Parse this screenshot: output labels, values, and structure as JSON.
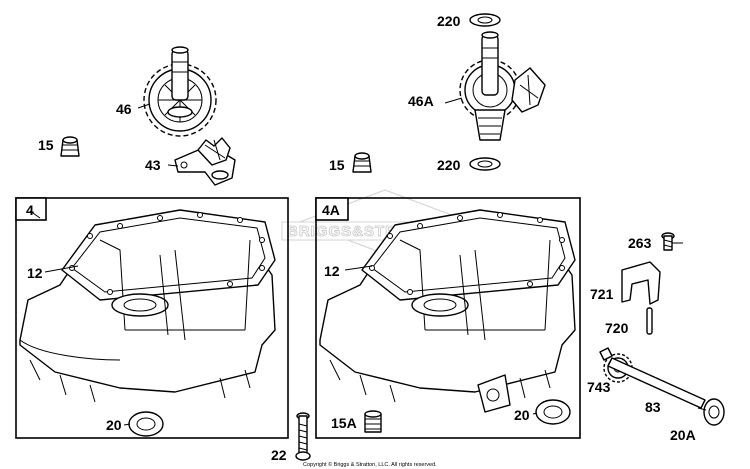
{
  "diagram": {
    "callouts": {
      "c46": "46",
      "c46A": "46A",
      "c15_left": "15",
      "c43": "43",
      "c15_right": "15",
      "c220_top": "220",
      "c220_bottom": "220",
      "c4": "4",
      "c4A": "4A",
      "c12_left": "12",
      "c12_right": "12",
      "c20_left": "20",
      "c20_right": "20",
      "c15A": "15A",
      "c22": "22",
      "c263": "263",
      "c721": "721",
      "c720": "720",
      "c743": "743",
      "c83": "83",
      "c20A": "20A"
    },
    "watermark": "BRIGGS&STRATTON",
    "copyright": "Copyright © Briggs & Stratton, LLC. All rights reserved."
  },
  "colors": {
    "line": "#000000",
    "background": "#ffffff",
    "watermark": "#c9c9c9"
  }
}
